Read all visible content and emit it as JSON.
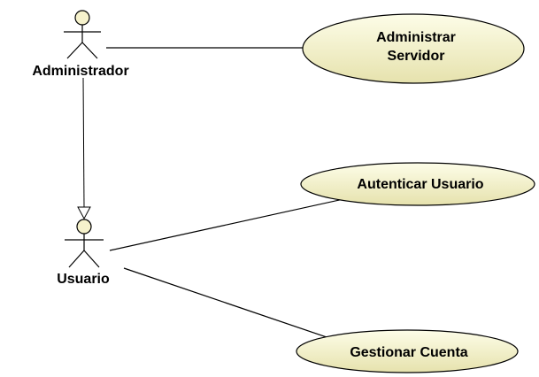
{
  "actors": {
    "administrador": {
      "label": "Administrador"
    },
    "usuario": {
      "label": "Usuario"
    }
  },
  "use_cases": {
    "administrar_servidor": {
      "line1": "Administrar",
      "line2": "Servidor"
    },
    "autenticar_usuario": {
      "label": "Autenticar Usuario"
    },
    "gestionar_cuenta": {
      "label": "Gestionar Cuenta"
    }
  },
  "colors": {
    "use_case_fill_light": "#fdfde8",
    "use_case_fill_dark": "#e6e2ad",
    "actor_fill": "#f6f2cc",
    "stroke": "#000000"
  }
}
